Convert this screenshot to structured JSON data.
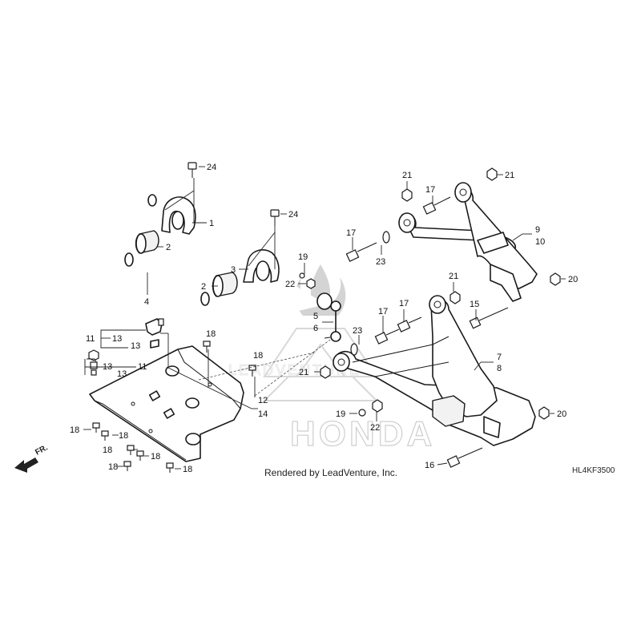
{
  "caption": "Rendered by LeadVenture, Inc.",
  "diagram_code": "HL4KF3500",
  "direction_label": "FR.",
  "watermark": {
    "brand": "HONDA",
    "small": "LEADVENTURE"
  },
  "callouts": {
    "c1": "1",
    "c2a": "2",
    "c2b": "2",
    "c3": "3",
    "c4": "4",
    "c5": "5",
    "c6": "6",
    "c7": "7",
    "c8": "8",
    "c9": "9",
    "c10": "10",
    "c11a": "11",
    "c11b": "11",
    "c12": "12",
    "c13a": "13",
    "c13b": "13",
    "c13c": "13",
    "c13d": "13",
    "c14": "14",
    "c15": "15",
    "c16": "16",
    "c17a": "17",
    "c17b": "17",
    "c17c": "17",
    "c17d": "17",
    "c18a": "18",
    "c18b": "18",
    "c18c": "18",
    "c18d": "18",
    "c18e": "18",
    "c18f": "18",
    "c18g": "18",
    "c18h": "18",
    "c19a": "19",
    "c19b": "19",
    "c20a": "20",
    "c20b": "20",
    "c21a": "21",
    "c21b": "21",
    "c21c": "21",
    "c21d": "21",
    "c22a": "22",
    "c22b": "22",
    "c23a": "23",
    "c23b": "23",
    "c24a": "24",
    "c24b": "24"
  }
}
